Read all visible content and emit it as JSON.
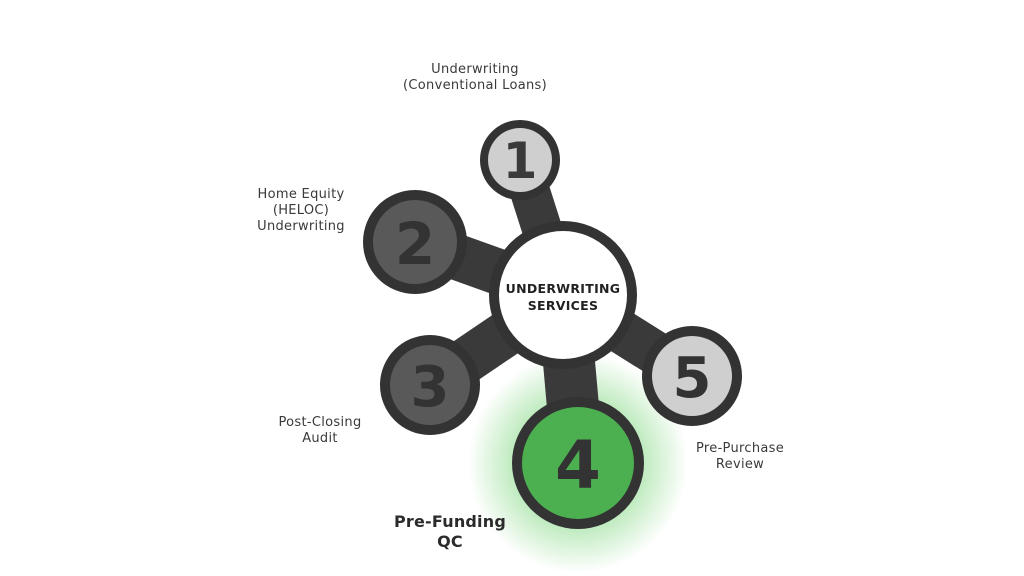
{
  "center": {
    "line1": "UNDERWRITING",
    "line2": "SERVICES"
  },
  "nodes": [
    {
      "number": "1",
      "label": [
        "Underwriting",
        "(Conventional Loans)"
      ]
    },
    {
      "number": "2",
      "label": [
        "Home Equity",
        "(HELOC)",
        "Underwriting"
      ]
    },
    {
      "number": "3",
      "label": [
        "Post-Closing",
        "Audit"
      ]
    },
    {
      "number": "4",
      "label": [
        "Pre-Funding",
        "QC"
      ],
      "active": true
    },
    {
      "number": "5",
      "label": [
        "Pre-Purchase",
        "Review"
      ]
    }
  ],
  "colors": {
    "ring": "#333333",
    "connector": "#3a3a3a",
    "node_dark": "#5a5a5a",
    "node_light": "#cfcfcf",
    "active": "#4caf50",
    "center_fill": "#ffffff"
  }
}
